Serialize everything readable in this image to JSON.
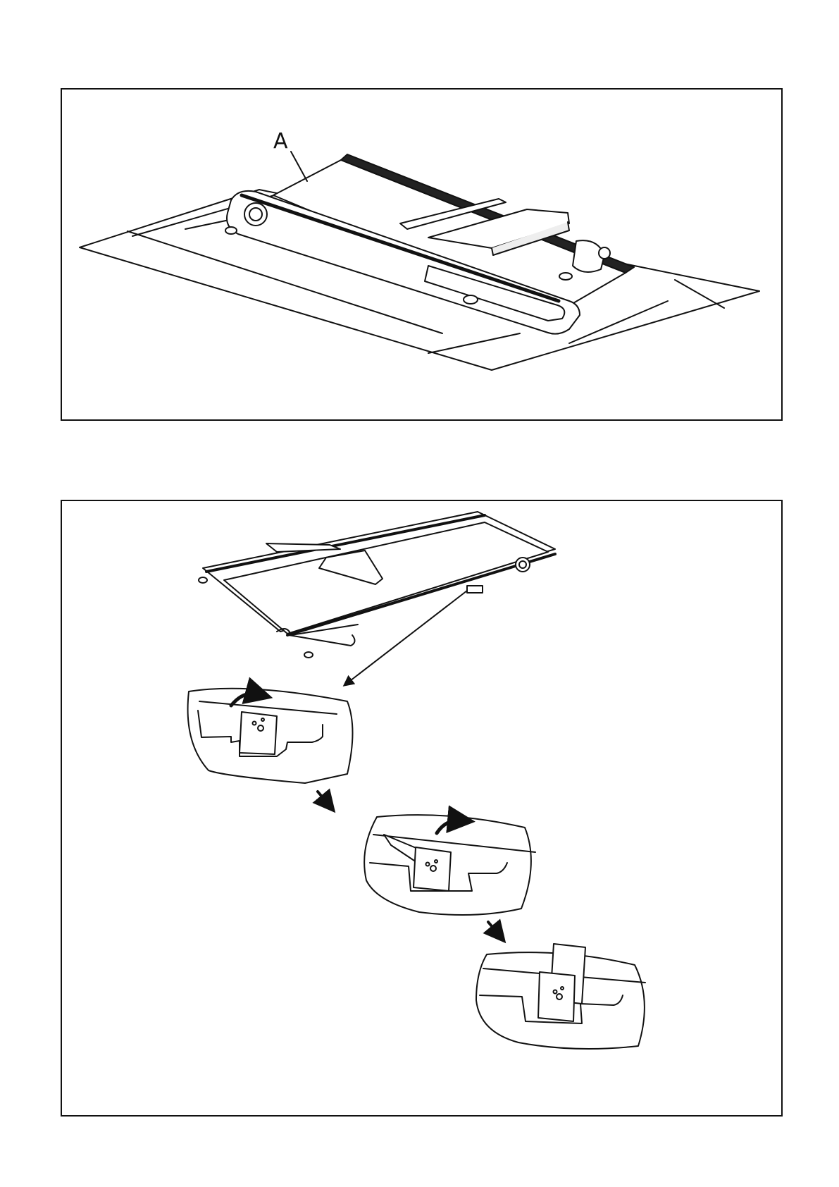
{
  "figure_1": {
    "callout_label": "A"
  },
  "figure_2": {
    "steps": [
      "step-1",
      "step-2",
      "step-3"
    ]
  },
  "colors": {
    "line": "#111111",
    "background": "#ffffff"
  }
}
